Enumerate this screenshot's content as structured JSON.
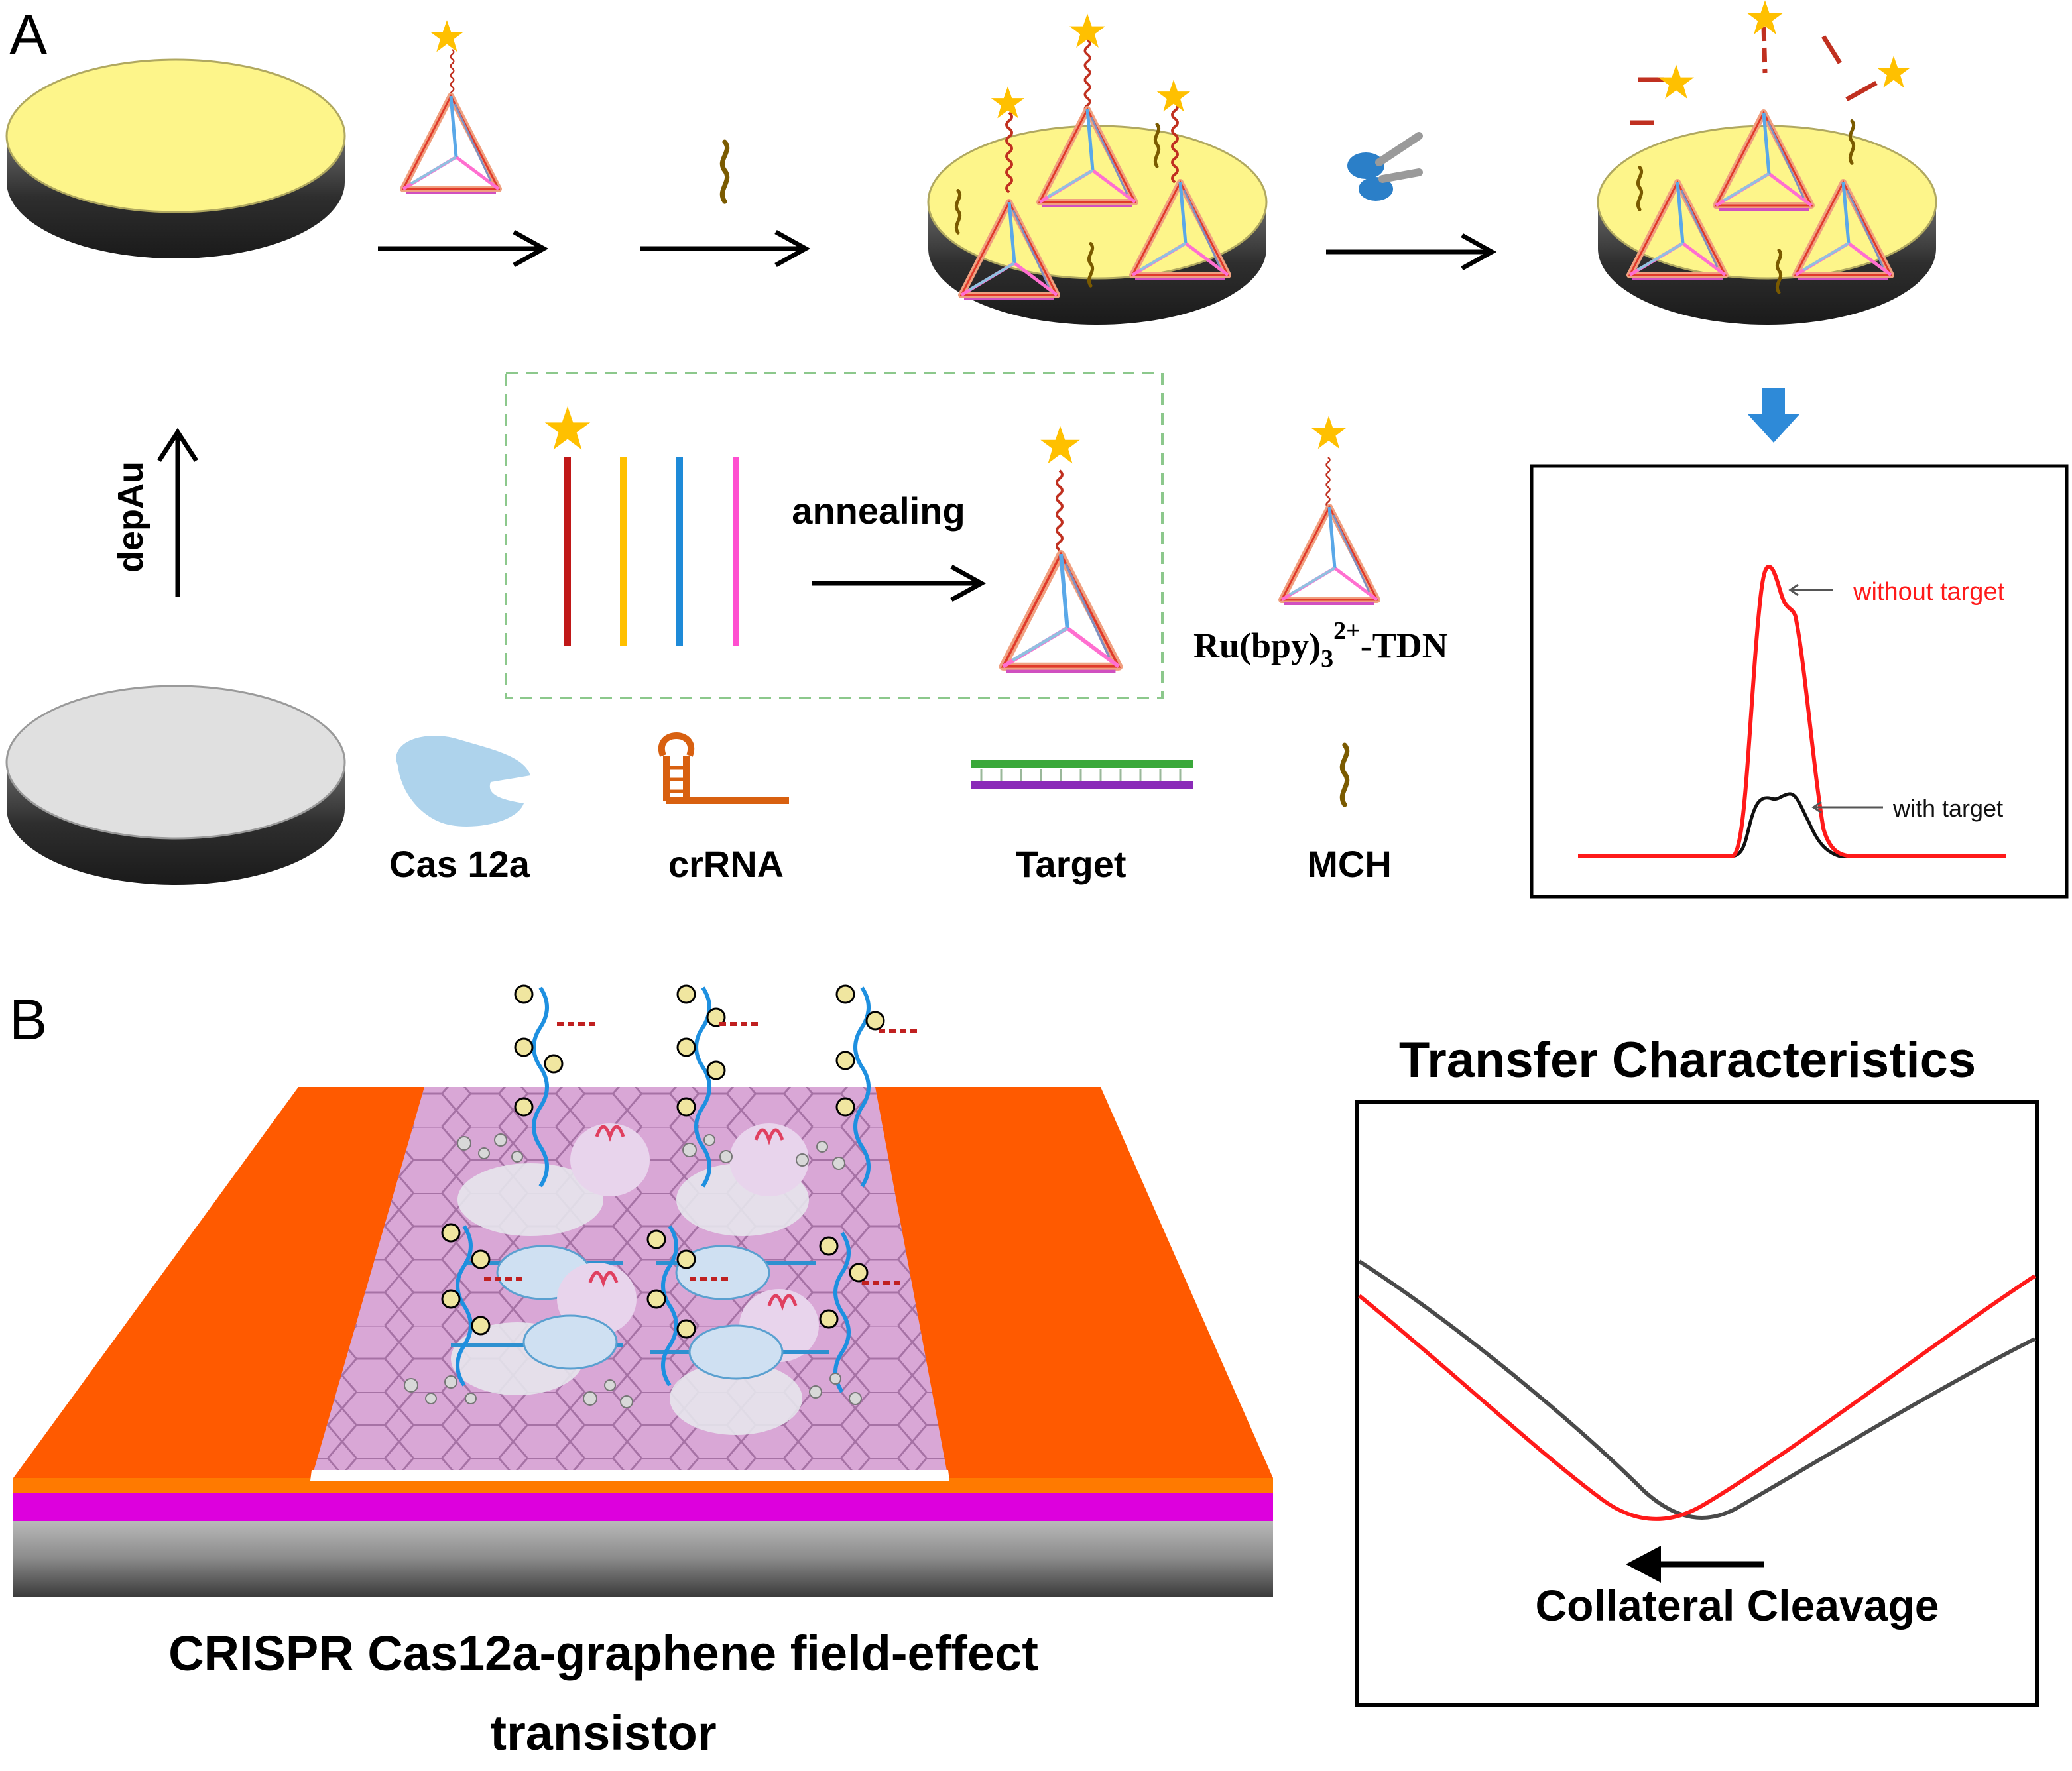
{
  "panel_a": {
    "letter": "A",
    "dep_label": "depAu",
    "annealing_label": "annealing",
    "tdn_label": {
      "main": "Ru(bpy)",
      "sub": "3",
      "sup": "2+",
      "suffix": "-TDN"
    },
    "legend": {
      "cas": "Cas 12a",
      "crrna": "crRNA",
      "target": "Target",
      "mch": "MCH"
    },
    "plot": {
      "without": "without target",
      "with": "with target"
    }
  },
  "panel_b": {
    "letter": "B",
    "device_title_line1": "CRISPR Cas12a-graphene field-effect",
    "device_title_line2": "transistor",
    "chart_title": "Transfer Characteristics",
    "arrow_label": "Collateral Cleavage"
  },
  "colors": {
    "gold": "#fdf58a",
    "star": "#ffc000",
    "electrode": "#ff5a00",
    "magenta": "#dd00dd",
    "graphene": "#d9a7d6",
    "red_curve": "#ff1a1a",
    "gray_curve": "#4a4a4a",
    "arrow_blue": "#2e8ad8"
  },
  "icons": {
    "scissors": "scissors-icon",
    "star": "star-icon",
    "mch": "mch-squiggle-icon",
    "tdn": "tetrahedron-icon"
  }
}
